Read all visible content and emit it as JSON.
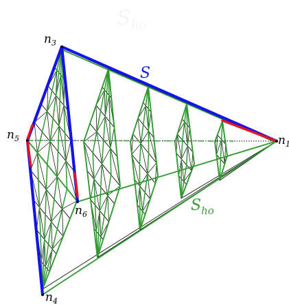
{
  "labels": {
    "ghost_title": {
      "main": "S",
      "sub": "ho"
    },
    "surface_s": {
      "main": "S"
    },
    "surface_sho": {
      "main": "S",
      "sub": "ho"
    }
  },
  "nodes": [
    {
      "id": "n1",
      "main": "n",
      "sub": "1"
    },
    {
      "id": "n3",
      "main": "n",
      "sub": "3"
    },
    {
      "id": "n4",
      "main": "n",
      "sub": "4"
    },
    {
      "id": "n5",
      "main": "n",
      "sub": "5"
    },
    {
      "id": "n6",
      "main": "n",
      "sub": "6"
    }
  ],
  "colors": {
    "blue": "#1414e6",
    "red": "#e8141e",
    "green": "#2f9a2f",
    "mesh": "#000000"
  }
}
